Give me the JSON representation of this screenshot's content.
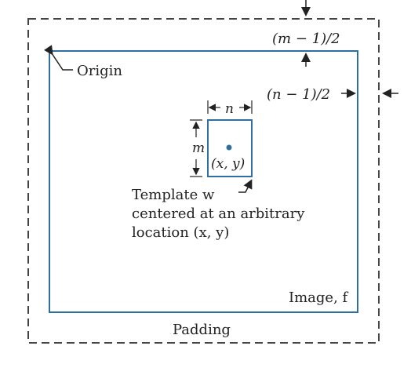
{
  "diagram": {
    "padding_label": "Padding",
    "image_label": "Image, f",
    "origin_label": "Origin",
    "m_minus_1_over_2": "(m − 1)/2",
    "n_minus_1_over_2": "(n − 1)/2",
    "template_n": "n",
    "template_m": "m",
    "template_center": "(x, y)",
    "template_caption_line1": "Template w",
    "template_caption_line2": "centered at an arbitrary",
    "template_caption_line3": "location (x, y)"
  },
  "colors": {
    "text": "#222222",
    "image_border": "#2f6f9f",
    "padding_border": "#444444",
    "template_border": "#2f6f9f",
    "center_dot": "#2f6f9f"
  },
  "icons": {
    "origin_arrow": "origin-arrow-icon",
    "template_arrow": "template-pointer-arrow-icon",
    "vertical_dimension": "vertical-dimension-arrow-icon",
    "horizontal_dimension": "horizontal-dimension-arrow-icon"
  }
}
